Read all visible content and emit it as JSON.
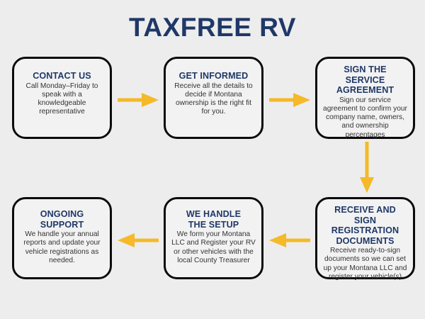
{
  "header": {
    "title": "TAXFREE RV",
    "title_color": "#1f3868"
  },
  "theme": {
    "background": "#ededed",
    "box_fill": "#f2f2f2",
    "box_border": "#0b0b0b",
    "heading_color": "#1f3868",
    "body_color": "#333333",
    "arrow_color": "#f5b929"
  },
  "flow": {
    "steps": [
      {
        "id": "contact-us",
        "title": "CONTACT US",
        "body": "Call Monday–Friday to speak with a knowledgeable representative"
      },
      {
        "id": "get-informed",
        "title": "GET INFORMED",
        "body": "Receive all the details to decide if Montana ownership is the right fit for you."
      },
      {
        "id": "sign-agreement",
        "title": "SIGN THE\nSERVICE\nAGREEMENT",
        "body": "Sign our service agreement to confirm your company name, owners, and ownership percentages"
      },
      {
        "id": "receive-sign",
        "title": "RECEIVE AND\nSIGN\nREGISTRATION\nDOCUMENTS",
        "body": "Receive ready-to-sign documents so we can set up your Montana LLC and register your vehicle(s)"
      },
      {
        "id": "we-handle-setup",
        "title": "WE HANDLE\nTHE SETUP",
        "body": "We form your Montana LLC and Register your RV or other vehicles with the local County Treasurer"
      },
      {
        "id": "ongoing-support",
        "title": "ONGOING\nSUPPORT",
        "body": "We handle your annual reports and update your vehicle registrations as needed."
      }
    ],
    "connectors": [
      {
        "id": "contact-to-informed",
        "direction": "right",
        "icon": "arrow-right-icon"
      },
      {
        "id": "informed-to-sign",
        "direction": "right",
        "icon": "arrow-right-icon"
      },
      {
        "id": "sign-to-receive",
        "direction": "down",
        "icon": "arrow-down-icon"
      },
      {
        "id": "receive-to-setup",
        "direction": "left",
        "icon": "arrow-left-icon"
      },
      {
        "id": "setup-to-ongoing",
        "direction": "left",
        "icon": "arrow-left-icon"
      }
    ]
  }
}
